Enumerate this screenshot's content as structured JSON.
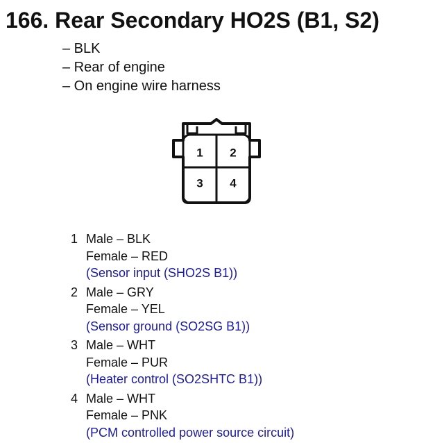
{
  "page": {
    "title": "166. Rear Secondary HO2S (B1, S2)",
    "bullets": [
      "– BLK",
      "– Rear of engine",
      "– On engine wire harness"
    ]
  },
  "connector": {
    "cells": [
      "1",
      "2",
      "3",
      "4"
    ]
  },
  "pins": [
    {
      "number": "1",
      "male": "Male – BLK",
      "female": "Female – RED",
      "description": "(Sensor input (SHO2S B1))"
    },
    {
      "number": "2",
      "male": "Male – GRY",
      "female": "Female – YEL",
      "description": "(Sensor ground (SO2SG B1))"
    },
    {
      "number": "3",
      "male": "Male – WHT",
      "female": "Female – PUR",
      "description": "(Heater control (SO2SHTC B1))"
    },
    {
      "number": "4",
      "male": "Male – WHT",
      "female": "Female – PNK",
      "description": "(PCM controlled power source circuit)"
    }
  ],
  "colors": {
    "text": "#111111",
    "description": "#1a1aa6",
    "line": "#111111"
  }
}
